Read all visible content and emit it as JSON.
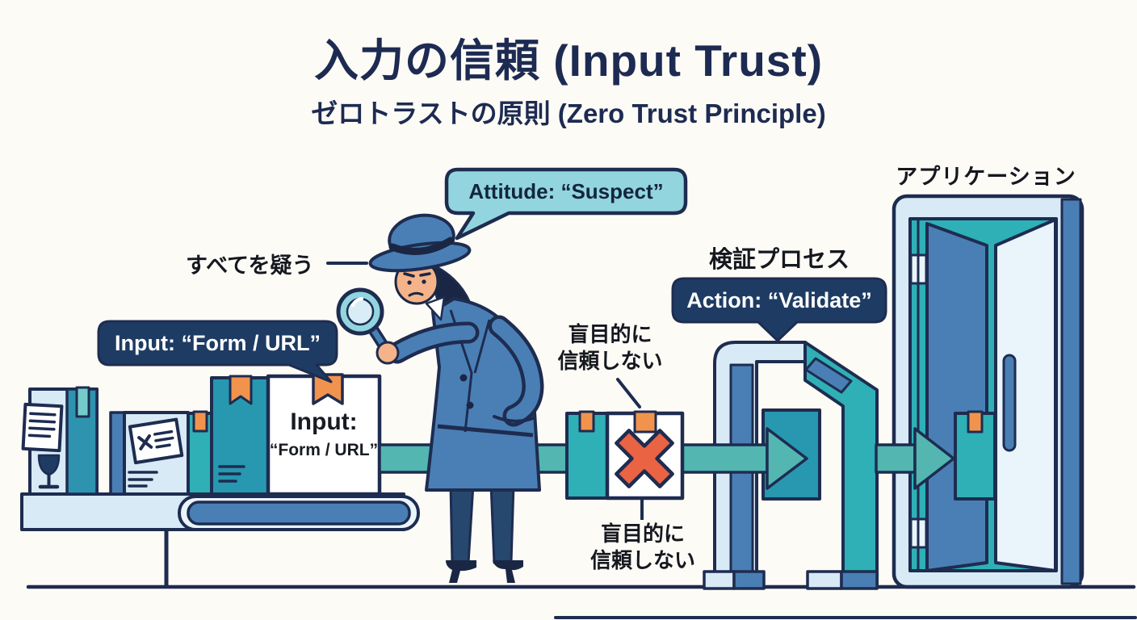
{
  "title": {
    "main": "入力の信頼 (Input Trust)",
    "subtitle": "ゼロトラストの原則 (Zero Trust Principle)"
  },
  "callouts": {
    "attitude": "Attitude: “Suspect”",
    "input": "Input: “Form / URL”",
    "action": "Action: “Validate”"
  },
  "annotations": {
    "suspect_all": "すべてを疑う",
    "blind_trust_top": [
      "盲目的に",
      "信頼しない"
    ],
    "blind_trust_bottom": [
      "盲目的に",
      "信頼しない"
    ],
    "verification_process": "検証プロセス",
    "application": "アプリケーション"
  },
  "package_text": {
    "line1": "Input:",
    "line2": "“Form / URL”"
  },
  "icons": {
    "magnifier": "magnifying-glass-icon",
    "fragile": "wine-glass-icon",
    "reject": "x-mark-icon",
    "scanner_screen": "screen-icon"
  },
  "colors": {
    "navy": "#1e2c50",
    "ink": "#15181f",
    "titlecolor": "#1d2b52",
    "lightblue": "#d7eaf6",
    "paleblue": "#e9f4fb",
    "blue": "#4a7fb5",
    "teal": "#53b6b1",
    "teal2": "#2eb0b6",
    "tealdeep": "#2798b0",
    "stripeblue": "#2e93ae",
    "orange": "#f2934d",
    "xred": "#ea6342",
    "bubble": "#92d5de",
    "navybubble": "#1e3c63",
    "skin": "#f4b389",
    "hair": "#1a2744",
    "darkblue": "#27486e",
    "bg": "#fdfbf6",
    "tapeteal": "#74ccca"
  }
}
